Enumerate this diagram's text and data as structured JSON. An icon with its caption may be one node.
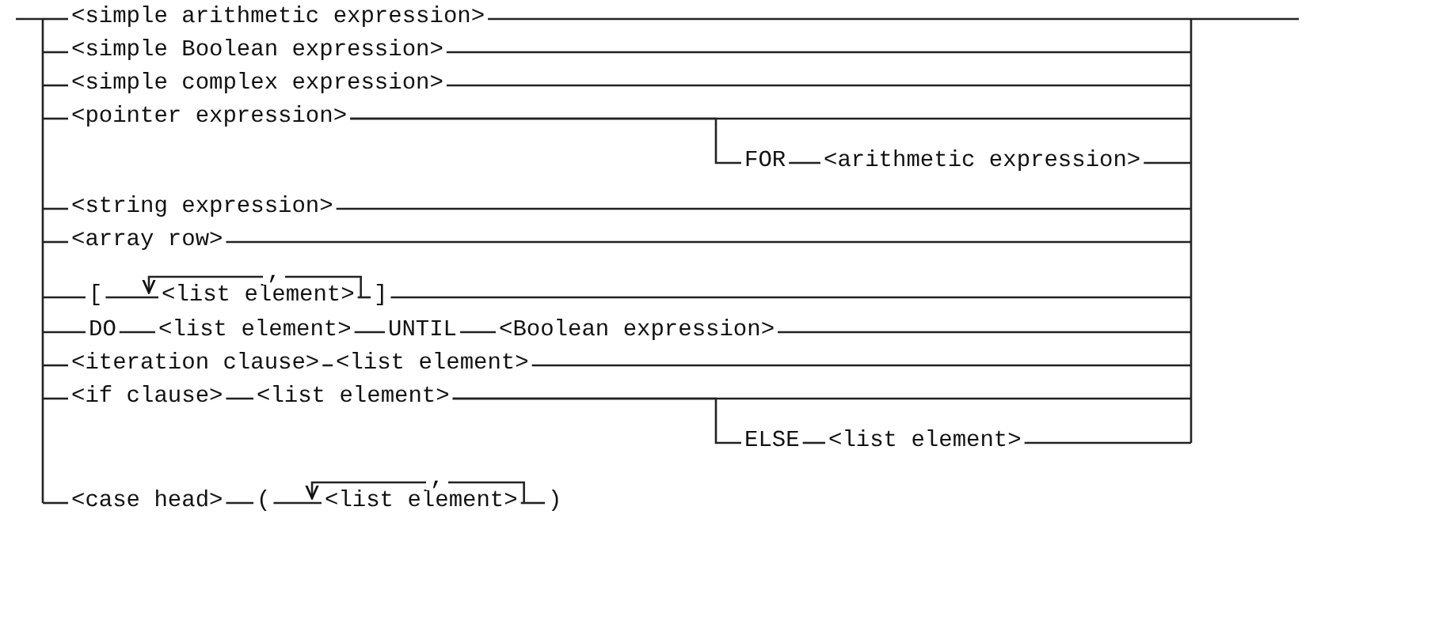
{
  "diagram": {
    "nodes": [
      {
        "text": [
          "<simple arithmetic expression>"
        ]
      },
      {
        "text": [
          "<simple Boolean expression>"
        ]
      },
      {
        "text": [
          "<simple complex expression>"
        ]
      },
      {
        "text": [
          "<pointer expression>"
        ]
      },
      {
        "text": [
          "FOR"
        ]
      },
      {
        "text": [
          "<arithmetic expression>"
        ]
      },
      {
        "text": [
          "<string expression>"
        ]
      },
      {
        "text": [
          "<array row>"
        ]
      },
      {
        "text": [
          "["
        ]
      },
      {
        "text": [
          "<list element>"
        ]
      },
      {
        "text": [
          "]"
        ]
      },
      {
        "text": [
          "DO"
        ]
      },
      {
        "text": [
          "<list element>"
        ]
      },
      {
        "text": [
          "UNTIL"
        ]
      },
      {
        "text": [
          "<Boolean expression>"
        ]
      },
      {
        "text": [
          "<iteration clause>"
        ]
      },
      {
        "text": [
          "<list element>"
        ]
      },
      {
        "text": [
          "<if clause>"
        ]
      },
      {
        "text": [
          "<list element>"
        ]
      },
      {
        "text": [
          "ELSE"
        ]
      },
      {
        "text": [
          "<list element>"
        ]
      },
      {
        "text": [
          "<case head>"
        ]
      },
      {
        "text": [
          "("
        ]
      },
      {
        "text": [
          "<list element>"
        ]
      },
      {
        "text": [
          ")"
        ]
      }
    ],
    "edges": [
      {
        "from": null,
        "to": 0,
        "arrow": "none"
      },
      {
        "from": 0,
        "to": null,
        "arrow": "none"
      },
      {
        "from": null,
        "to": 1,
        "arrow": "none"
      },
      {
        "from": 1,
        "to": null,
        "arrow": "none"
      },
      {
        "from": null,
        "to": 2,
        "arrow": "none"
      },
      {
        "from": 2,
        "to": null,
        "arrow": "none"
      },
      {
        "from": null,
        "to": 3,
        "arrow": "none"
      },
      {
        "from": 3,
        "to": null,
        "arrow": "none"
      },
      {
        "from": 3,
        "to": 4,
        "arrow": "none"
      },
      {
        "from": 4,
        "to": 5,
        "arrow": "none"
      },
      {
        "from": 5,
        "to": null,
        "arrow": "none"
      },
      {
        "from": null,
        "to": 6,
        "arrow": "none"
      },
      {
        "from": 6,
        "to": null,
        "arrow": "none"
      },
      {
        "from": null,
        "to": 7,
        "arrow": "none"
      },
      {
        "from": 7,
        "to": null,
        "arrow": "none"
      },
      {
        "from": null,
        "to": 8,
        "arrow": "none"
      },
      {
        "from": 8,
        "to": 9,
        "arrow": "none"
      },
      {
        "from": 9,
        "to": 9,
        "arrow": "to",
        "label": ","
      },
      {
        "from": 9,
        "to": 10,
        "arrow": "none"
      },
      {
        "from": 10,
        "to": null,
        "arrow": "none"
      },
      {
        "from": null,
        "to": 11,
        "arrow": "none"
      },
      {
        "from": 11,
        "to": 12,
        "arrow": "none"
      },
      {
        "from": 12,
        "to": 13,
        "arrow": "none"
      },
      {
        "from": 13,
        "to": 14,
        "arrow": "none"
      },
      {
        "from": 14,
        "to": null,
        "arrow": "none"
      },
      {
        "from": null,
        "to": 15,
        "arrow": "none"
      },
      {
        "from": 15,
        "to": 16,
        "arrow": "none"
      },
      {
        "from": 16,
        "to": null,
        "arrow": "none"
      },
      {
        "from": null,
        "to": 17,
        "arrow": "none"
      },
      {
        "from": 17,
        "to": 18,
        "arrow": "none"
      },
      {
        "from": 18,
        "to": null,
        "arrow": "none"
      },
      {
        "from": 18,
        "to": 19,
        "arrow": "none"
      },
      {
        "from": 19,
        "to": 20,
        "arrow": "none"
      },
      {
        "from": 20,
        "to": null,
        "arrow": "none"
      },
      {
        "from": null,
        "to": 21,
        "arrow": "none"
      },
      {
        "from": 21,
        "to": 22,
        "arrow": "none"
      },
      {
        "from": 22,
        "to": 23,
        "arrow": "none"
      },
      {
        "from": 23,
        "to": 23,
        "arrow": "to",
        "label": ","
      },
      {
        "from": 23,
        "to": 24,
        "arrow": "none"
      }
    ]
  }
}
